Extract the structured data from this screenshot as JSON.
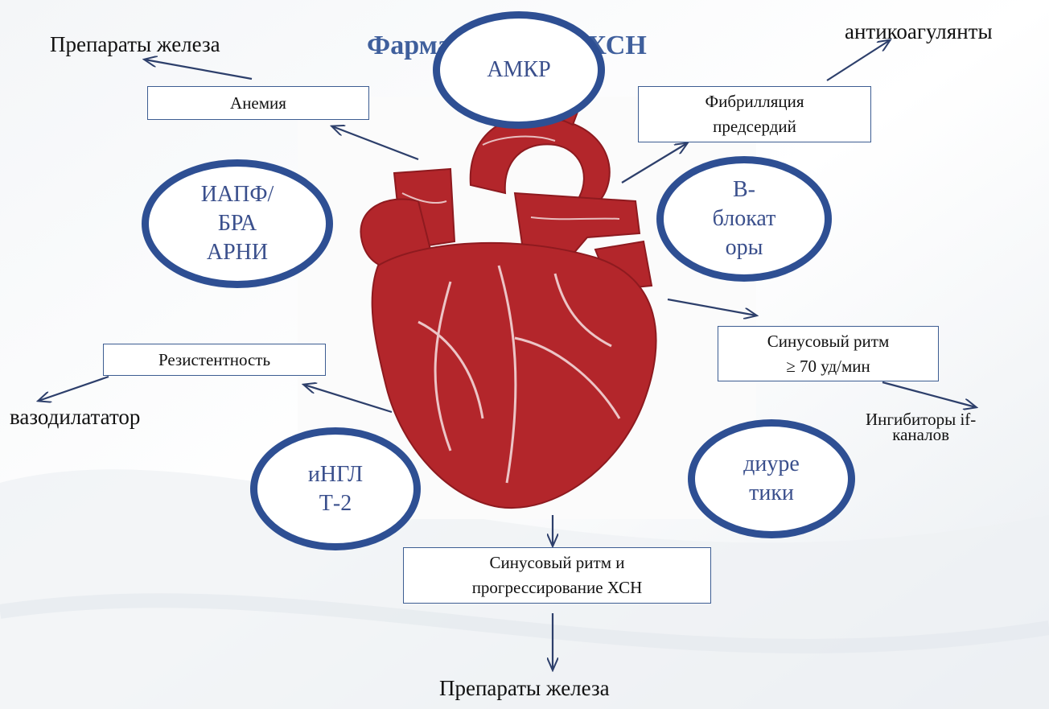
{
  "title": "Фармакотерапия ХСН",
  "colors": {
    "oval_border": "#2e4f93",
    "box_border": "#3d5d92",
    "heart": "#b3262b",
    "title": "#3f5f9c"
  },
  "ovals": {
    "amkr": [
      "АМКР"
    ],
    "iapf": [
      "ИАПФ/",
      "БРА",
      "АРНИ"
    ],
    "beta": [
      "В-",
      "блокат",
      "оры"
    ],
    "ingl": [
      "иНГЛ",
      "Т-2"
    ],
    "diuretics": [
      "диуре",
      "тики"
    ]
  },
  "boxes": {
    "anemia": [
      "Анемия"
    ],
    "af": [
      "Фибрилляция",
      "предсердий"
    ],
    "sinus70": [
      "Синусовый ритм",
      "≥ 70 уд/мин"
    ],
    "resistance": [
      "Резистентность"
    ],
    "sinus_progress": [
      "Синусовый ритм и",
      "прогрессирование ХСН"
    ]
  },
  "labels": {
    "iron_top": "Препараты железа",
    "anticoagulants": "антикоагулянты",
    "vasodilator": "вазодилататор",
    "if_blockers": [
      "Ингибиторы if-",
      "каналов"
    ],
    "iron_bottom": "Препараты железа"
  },
  "icons": {
    "heart": "heart-illustration-icon"
  }
}
